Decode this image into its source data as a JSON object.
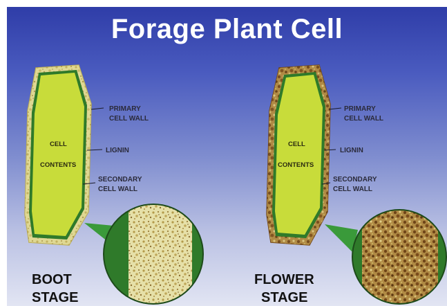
{
  "title": "Forage Plant Cell",
  "labels": {
    "cell": "CELL",
    "contents": "CONTENTS",
    "primary_line1": "PRIMARY",
    "primary_line2": "CELL WALL",
    "lignin": "LIGNIN",
    "secondary_line1": "SECONDARY",
    "secondary_line2": "CELL WALL"
  },
  "stages": {
    "boot": [
      "BOOT",
      "STAGE"
    ],
    "flower": [
      "FLOWER",
      "STAGE"
    ]
  },
  "colors": {
    "cell_contents": "#c8dc3a",
    "secondary_wall": "#2f7a2a",
    "primary_wall": "#d6cf7a",
    "lignin_light": "#c8b860",
    "lignin_dark": "#8a5a24",
    "connector": "#3a9a3a"
  }
}
